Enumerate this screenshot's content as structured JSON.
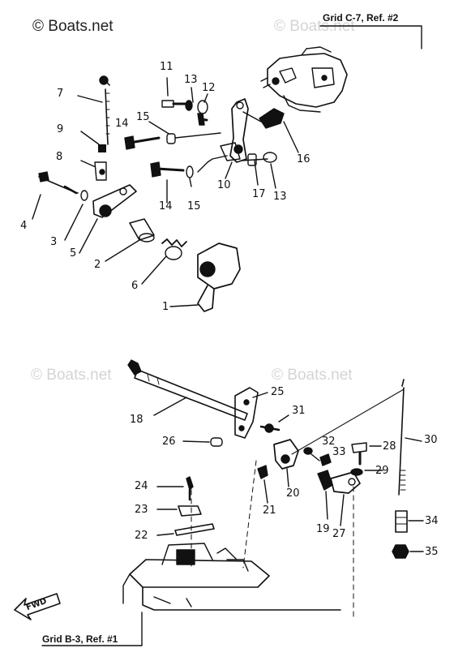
{
  "watermarks": {
    "main": "© Boats.net",
    "faded": "© Boats.net"
  },
  "grid_refs": {
    "top_right": "Grid C-7,  Ref. #2",
    "bottom_left": "Grid B-3,  Ref. #1"
  },
  "fwd_label": "FWD",
  "part_numbers": {
    "p1": "1",
    "p2": "2",
    "p3": "3",
    "p4": "4",
    "p5": "5",
    "p6": "6",
    "p7": "7",
    "p8": "8",
    "p9": "9",
    "p10": "10",
    "p11": "11",
    "p12": "12",
    "p13a": "13",
    "p13b": "13",
    "p14a": "14",
    "p14b": "14",
    "p15a": "15",
    "p15b": "15",
    "p16": "16",
    "p17": "17",
    "p18": "18",
    "p19": "19",
    "p20": "20",
    "p21": "21",
    "p22": "22",
    "p23": "23",
    "p24": "24",
    "p25": "25",
    "p26": "26",
    "p27": "27",
    "p28": "28",
    "p29": "29",
    "p30": "30",
    "p31": "31",
    "p32": "32",
    "p33": "33",
    "p34": "34",
    "p35": "35"
  }
}
